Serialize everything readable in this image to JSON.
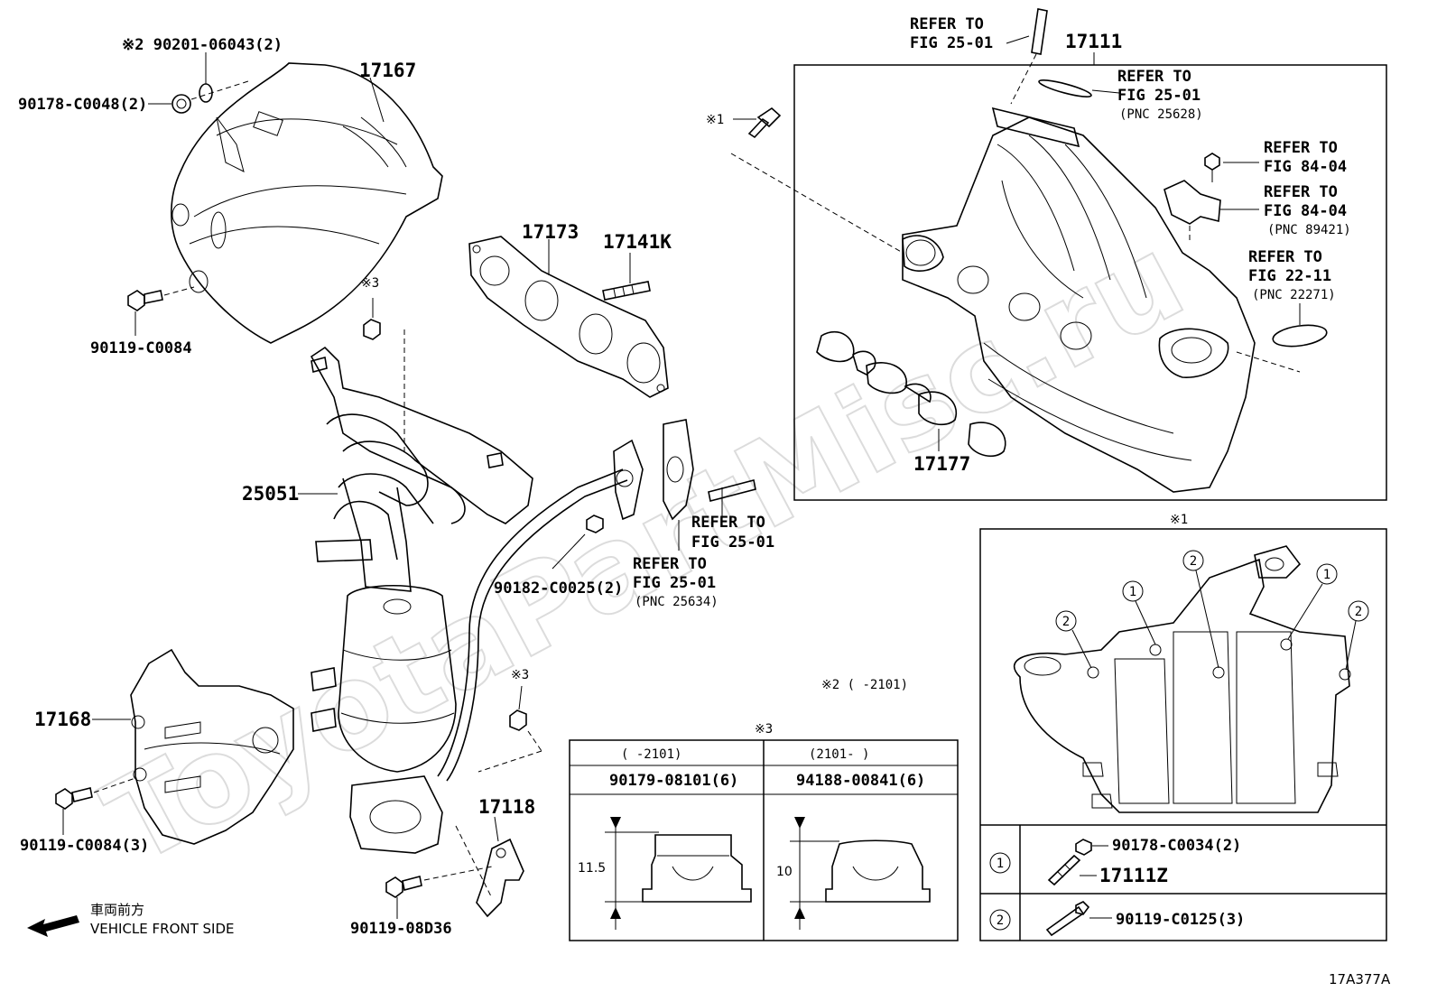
{
  "watermark": "ToyotaPartMisc.ru",
  "figure_code": "17A377A",
  "front_side": {
    "jp": "車両前方",
    "en": "VEHICLE FRONT SIDE"
  },
  "labels": {
    "note2_90201": "※2 90201-06043(2)",
    "p_17167": "17167",
    "p_90178_c0048": "90178-C0048(2)",
    "p_90119_c0084_top": "90119-C0084",
    "p_17173": "17173",
    "p_17141k": "17141K",
    "note3_top": "※3",
    "p_25051": "25051",
    "p_90182": "90182-C0025(2)",
    "p_17168": "17168",
    "p_90119_c0084_3": "90119-C0084(3)",
    "note3_mid": "※3",
    "p_17118": "17118",
    "p_90119_08d36": "90119-08D36",
    "p_17111": "17111",
    "p_17177": "17177",
    "note1_bolt": "※1",
    "note2_range": "※2 (    -2101)",
    "note1_box": "※1"
  },
  "refers": {
    "r1": [
      "REFER TO",
      "FIG 25-01"
    ],
    "r2": [
      "REFER TO",
      "FIG 25-01",
      "(PNC 25628)"
    ],
    "r3": [
      "REFER TO",
      "FIG 84-04"
    ],
    "r4": [
      "REFER TO",
      "FIG 84-04",
      "(PNC 89421)"
    ],
    "r5": [
      "REFER TO",
      "FIG 22-11",
      "(PNC 22271)"
    ],
    "r6": [
      "REFER TO",
      "FIG 25-01"
    ],
    "r7": [
      "REFER TO",
      "FIG 25-01",
      "(PNC 25634)"
    ]
  },
  "nut_table": {
    "title": "※3",
    "col1_range": "(    -2101)",
    "col2_range": "(2101-    )",
    "col1_part": "90179-08101(6)",
    "col2_part": "94188-00841(6)",
    "col1_dim": "11.5",
    "col2_dim": "10"
  },
  "bolt_table": {
    "row1_num": "1",
    "row1_part_a": "90178-C0034(2)",
    "row1_part_b": "17111Z",
    "row2_num": "2",
    "row2_part": "90119-C0125(3)"
  },
  "callouts": [
    "1",
    "2",
    "1",
    "2",
    "1",
    "2"
  ]
}
